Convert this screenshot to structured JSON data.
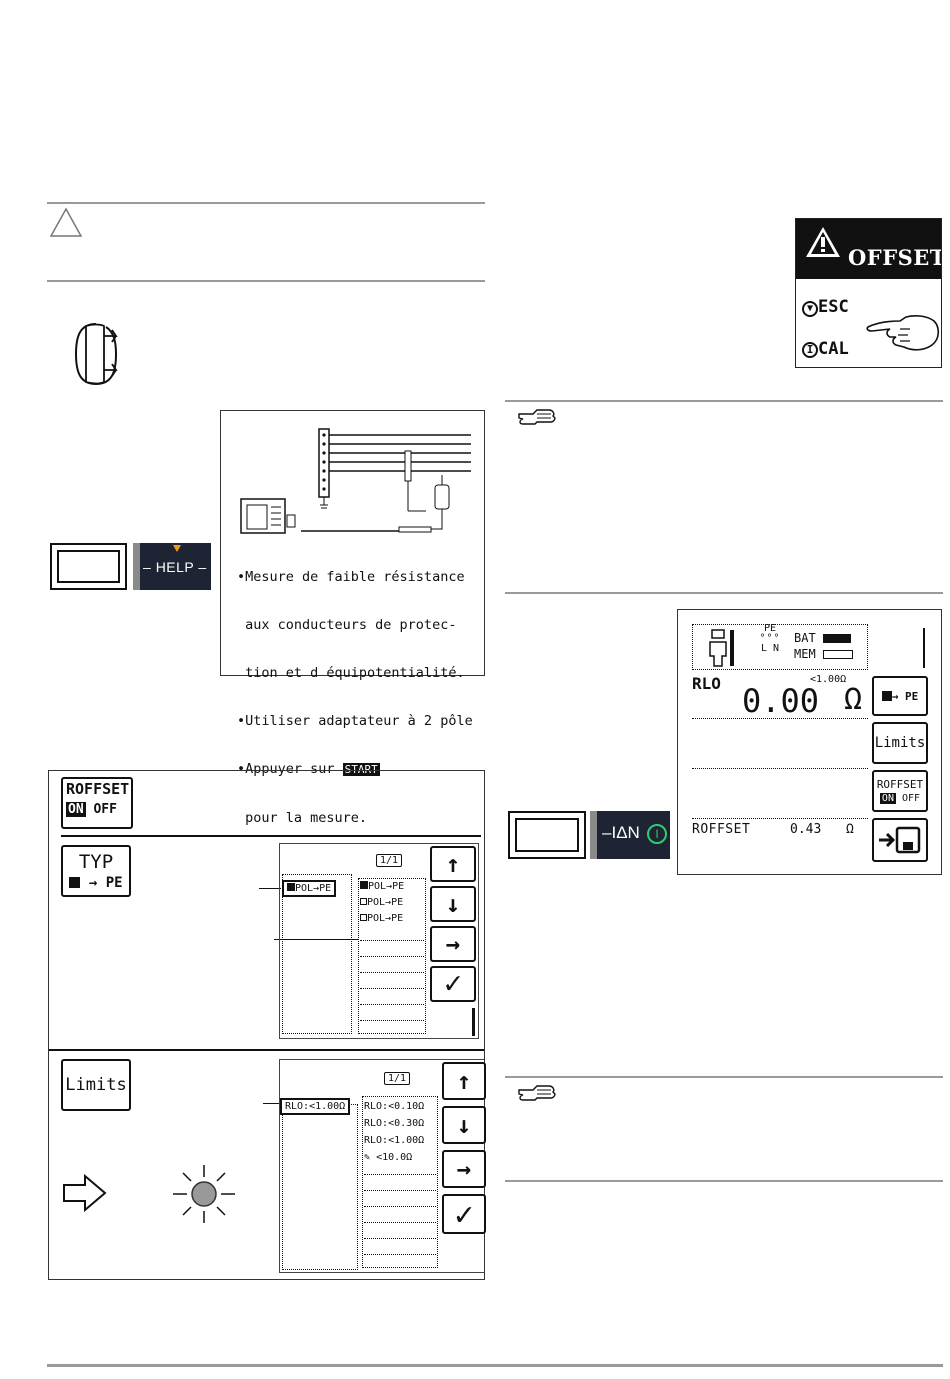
{
  "help_key": {
    "label": "HELP"
  },
  "help_screen": {
    "lines": [
      "•Mesure de faible résistance",
      " aux conducteurs de protec-",
      " tion et d équipotentialité.",
      "•Utiliser adaptateur à 2 pôle",
      "•Appuyer sur ",
      " pour la mesure."
    ],
    "start_label": "START"
  },
  "offset_panel": {
    "title": "OFFSET",
    "esc": "ESC",
    "cal": "CAL"
  },
  "main_display": {
    "pe_label": "PE",
    "l_label": "L",
    "n_label": "N",
    "bat": "BAT",
    "mem": "MEM",
    "mode": "RLO",
    "limit": "<1.00Ω",
    "value": "0.00",
    "unit": "Ω",
    "offset_label": "ROFFSET",
    "offset_value": "0.43",
    "offset_unit": "Ω",
    "softkeys": {
      "type": "→ PE",
      "limits": "Limits",
      "roffset_title": "ROFFSET",
      "roffset_on": "ON",
      "roffset_off": "OFF"
    }
  },
  "idn_key": {
    "label": "IΔN"
  },
  "roffset_key": {
    "title": "ROFFSET",
    "on": "ON",
    "off": "OFF"
  },
  "typ_key": {
    "title": "TYP",
    "sub": "→ PE"
  },
  "typ_screen": {
    "page": "1/1",
    "selected": "POL→PE",
    "options": [
      "POL→PE",
      "POL→PE",
      "POL→PE"
    ]
  },
  "limits_key": {
    "label": "Limits"
  },
  "limits_screen": {
    "page": "1/1",
    "selected": "RLO:<1.00Ω",
    "options": [
      "RLO:<0.10Ω",
      "RLO:<0.30Ω",
      "RLO:<1.00Ω",
      "<10.0Ω"
    ]
  },
  "nav_arrows": {
    "up": "↑",
    "down": "↓",
    "right": "→",
    "check": "✓"
  }
}
